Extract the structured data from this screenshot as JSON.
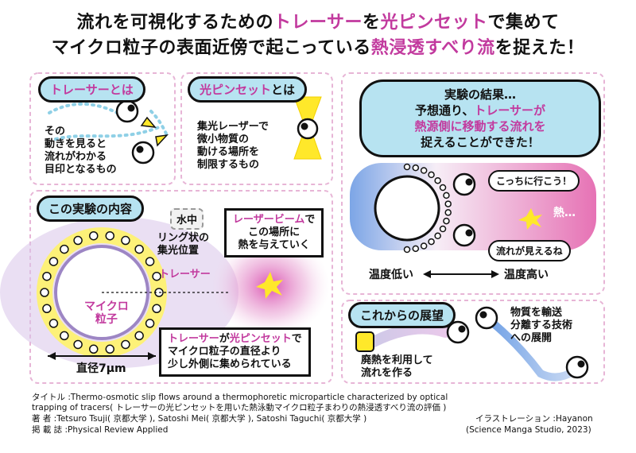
{
  "title": {
    "line1_a": "流れを可視化するための",
    "line1_b": "トレーサー",
    "line1_c": "を",
    "line1_d": "光ピンセット",
    "line1_e": "で集めて",
    "line2_a": "マイクロ粒子の表面近傍で起こっている",
    "line2_b": "熱浸透すべり流",
    "line2_c": "を捉えた！"
  },
  "tracer_panel": {
    "heading": "トレーサーとは",
    "text": [
      "その",
      "動きを見ると",
      "流れがわかる",
      "目印となるもの"
    ]
  },
  "tweezers_panel": {
    "heading_a": "光ピンセット",
    "heading_b": "とは",
    "text": [
      "集光レーザーで",
      "微小物質の",
      "動ける場所を",
      "制限するもの"
    ]
  },
  "result": {
    "line1": "実験の結果…",
    "line2_a": "予想通り、",
    "line2_b": "トレーサーが",
    "line3": "熱源側に移動する流れを",
    "line4": "捉えることができた！",
    "speech1": "こっちに行こう！",
    "speech2": "流れが見えるね",
    "heat": "熱…",
    "temp_low": "温度低い",
    "temp_high": "温度高い"
  },
  "experiment": {
    "heading": "この実験の内容",
    "water": "水中",
    "ring_label": [
      "リング状の",
      "集光位置"
    ],
    "tracer_label": "トレーサー",
    "particle": [
      "マイクロ",
      "粒子"
    ],
    "diameter": "直径7µm",
    "laser_a": "レーザービーム",
    "laser_b": "で",
    "laser_lines": [
      "この場所に",
      "熱を与えていく"
    ],
    "note_a": "トレーサー",
    "note_b": "が",
    "note_c": "光ピンセット",
    "note_d": "で",
    "note_lines": [
      "マイクロ粒子の直径より",
      "少し外側に集められている"
    ]
  },
  "future": {
    "heading": "これからの展望",
    "left": [
      "廃熱を利用して",
      "流れを作る"
    ],
    "right": [
      "物質を輸送",
      "分離する技術",
      "への展開"
    ]
  },
  "footer": {
    "line1": "タイトル :Thermo-osmotic slip flows around a thermophoretic microparticle characterized by optical",
    "line2": "trapping of tracers( トレーサーの光ピンセットを用いた熱泳動マイクロ粒子まわりの熱浸透すべり流の評価 )",
    "line3": "著 者 :Tetsuro Tsuji( 京都大学 ), Satoshi Mei( 京都大学 ), Satoshi Taguchi( 京都大学 )",
    "line4": "掲 載 誌 :Physical Review Applied",
    "credit1": "イラストレーション :Hayanon",
    "credit2": "(Science Manga Studio, 2023)"
  },
  "colors": {
    "pink": "#c23a9e",
    "bubble": "#b7e3f1",
    "yellow": "#ffe82a",
    "accent_magenta": "#d63fa8"
  }
}
